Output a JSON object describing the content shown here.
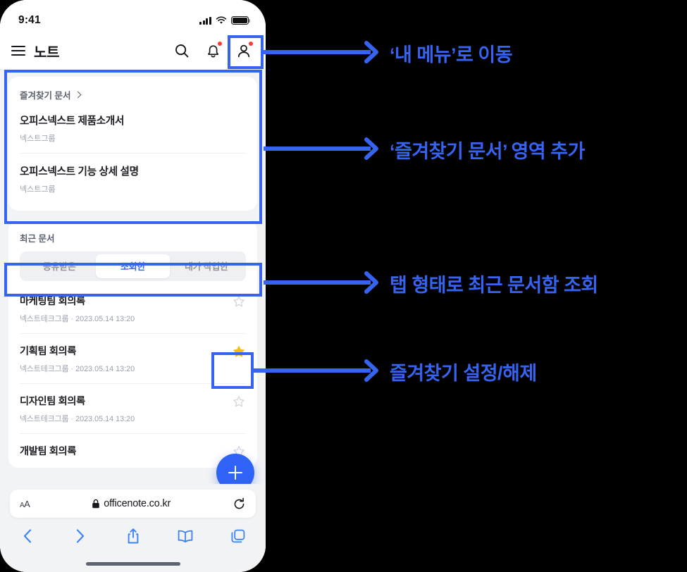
{
  "phone": {
    "status": {
      "time": "9:41",
      "signal_icon": "cellular-bars-icon",
      "wifi_icon": "wifi-icon",
      "battery_icon": "battery-full-icon"
    },
    "header": {
      "menu_icon": "hamburger-menu-icon",
      "title": "노트",
      "search_icon": "search-icon",
      "bell_icon": "bell-icon",
      "profile_icon": "person-icon"
    },
    "favorites": {
      "label": "즐겨찾기 문서",
      "chevron_icon": "chevron-right-icon",
      "items": [
        {
          "title": "오피스넥스트 제품소개서",
          "subtitle": "넥스트그룹"
        },
        {
          "title": "오피스넥스트 기능 상세 설명",
          "subtitle": "넥스트그룹"
        }
      ]
    },
    "recent": {
      "label": "최근 문서",
      "tabs": [
        {
          "label": "공유받은",
          "active": false
        },
        {
          "label": "조회한",
          "active": true
        },
        {
          "label": "내가 작업한",
          "active": false
        }
      ],
      "documents": [
        {
          "title": "마케팅팀 회의록",
          "subtitle": "넥스트테크그룹 · 2023.05.14 13:20",
          "starred": false,
          "star_icon": "star-outline-icon"
        },
        {
          "title": "기획팀 회의록",
          "subtitle": "넥스트테크그룹 · 2023.05.14 13:20",
          "starred": true,
          "star_icon": "star-filled-icon"
        },
        {
          "title": "디자인팀 회의록",
          "subtitle": "넥스트테크그룹 · 2023.05.14 13:20",
          "starred": false,
          "star_icon": "star-outline-icon"
        },
        {
          "title": "개발팀 회의록",
          "subtitle": "",
          "starred": false,
          "star_icon": "star-outline-icon"
        }
      ]
    },
    "fab": {
      "icon": "plus-icon",
      "label": "+"
    },
    "safari": {
      "text_size_label": "AA",
      "lock_icon": "lock-icon",
      "url": "officenote.co.kr",
      "reload_icon": "reload-icon",
      "toolbar": [
        {
          "name": "back-button",
          "icon": "chevron-left-icon"
        },
        {
          "name": "forward-button",
          "icon": "chevron-right-icon"
        },
        {
          "name": "share-button",
          "icon": "share-icon"
        },
        {
          "name": "bookmarks-button",
          "icon": "book-icon"
        },
        {
          "name": "tabs-button",
          "icon": "tabs-icon"
        }
      ]
    }
  },
  "annotations": [
    {
      "text": "‘내 메뉴’로 이동"
    },
    {
      "text": "‘즐겨찾기 문서’ 영역 추가"
    },
    {
      "text": "탭 형태로 최근 문서함 조회"
    },
    {
      "text": "즐겨찾기 설정/해제"
    }
  ],
  "colors": {
    "accent": "#3663f0",
    "tab_active_text": "#2f62f5",
    "star_filled": "#fdb813",
    "badge": "#ff3b30",
    "background": "#000000",
    "phone_bg": "#f2f3f5"
  }
}
